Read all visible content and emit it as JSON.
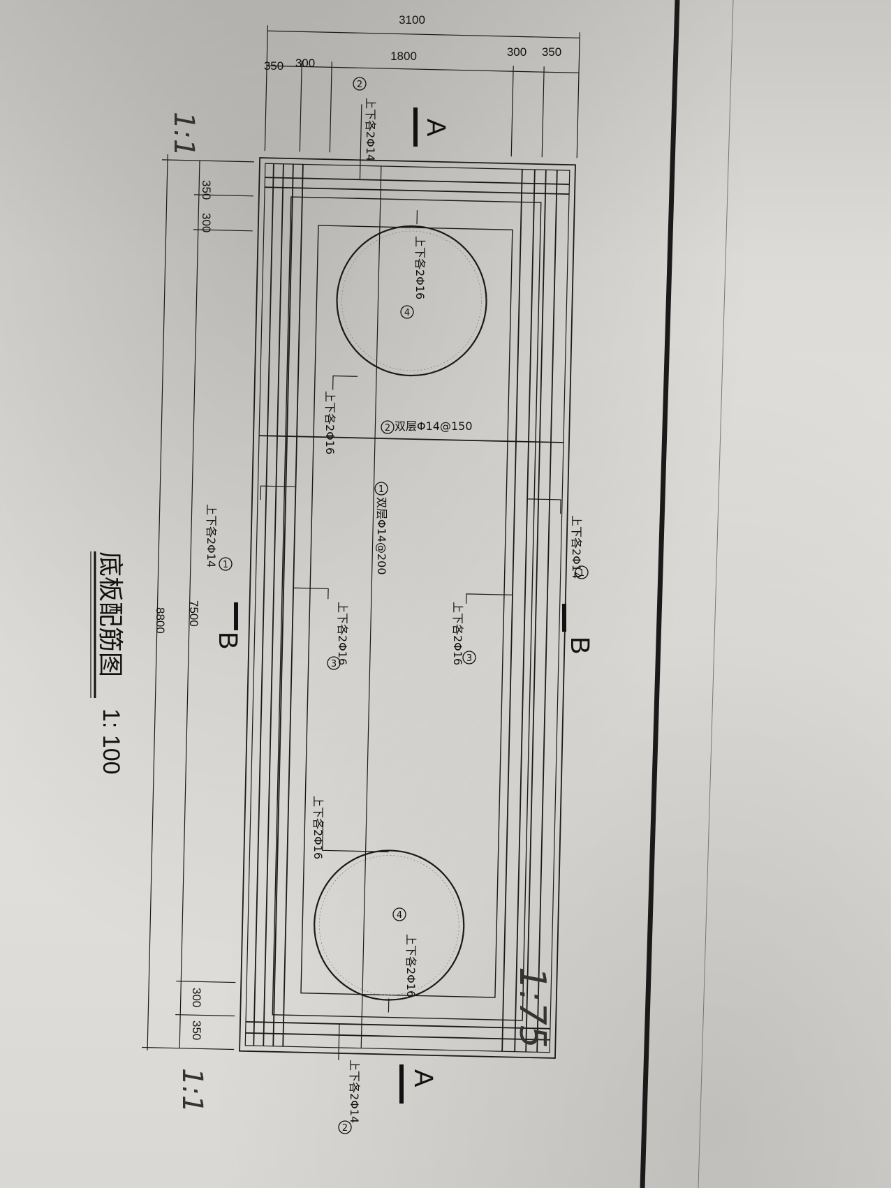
{
  "drawing": {
    "title": "底板配筋图",
    "scale": "1: 100",
    "handwritten_scale_note": "1:75",
    "section_label_a": "A",
    "section_label_b": "B",
    "section_mark_left": "1:1",
    "section_mark_right": "1:1"
  },
  "dimensions": {
    "overall_width": "3100",
    "inner_width": "1800",
    "left_outer": "350",
    "left_inner": "300",
    "right_inner": "300",
    "right_outer": "350",
    "top_outer": "350",
    "top_inner": "300",
    "bottom_inner": "300",
    "bottom_outer": "350",
    "inner_length": "7500",
    "overall_length": "8800"
  },
  "rebar_labels": {
    "r1_bottom": "上下各2Φ14",
    "r1_bottom_no": "1",
    "r1_top": "上下各2Φ14",
    "r1_top_no": "1",
    "r1_middle": "双层Φ14@200",
    "r1_middle_no": "1",
    "r2_left": "上下各2Φ14",
    "r2_left_no": "2",
    "r2_right": "上下各2Φ14",
    "r2_right_no": "2",
    "r2_middle": "双层Φ14@150",
    "r2_middle_no": "2",
    "r3_bottom": "上下各2Φ16",
    "r3_bottom_no": "3",
    "r3_top": "上下各2Φ16",
    "r3_top_no": "3",
    "r4_left_circle": "上下各2Φ16",
    "r4_left_circle_no": "4",
    "r4_left_outer": "上下各2Φ16",
    "r4_right_circle": "上下各2Φ16",
    "r4_right_circle_no": "4",
    "r4_right_outer": "上下各2Φ16"
  }
}
